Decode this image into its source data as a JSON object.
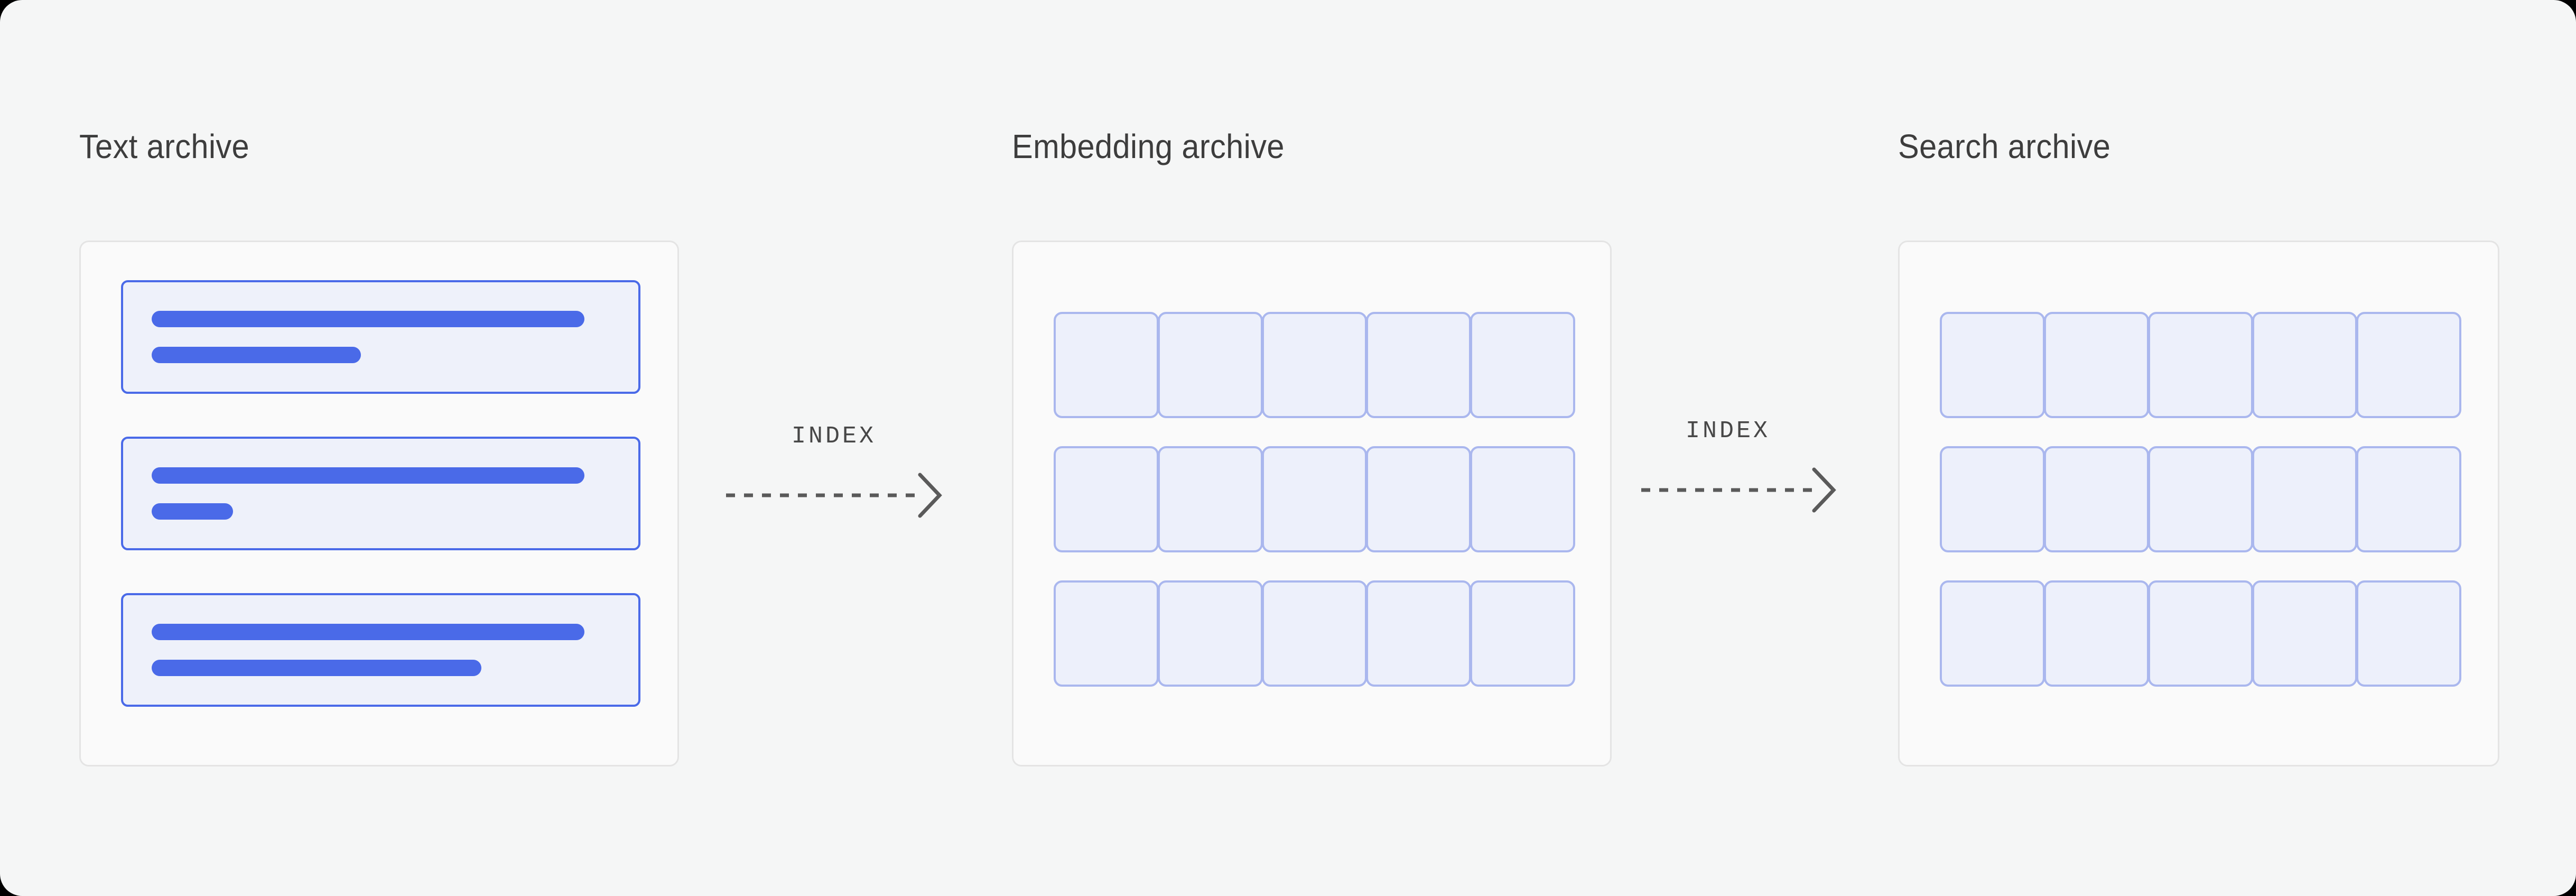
{
  "theme": {
    "page_background": "#f5f6f6",
    "panel_background": "#fafafa",
    "panel_border": "#e4e4e4",
    "title_color": "#3d3d3d",
    "accent_blue": "#4a6ae8",
    "card_fill": "#eef1fa",
    "cell_fill": "#edf0fb",
    "cell_border": "#aab7ee",
    "arrow_color": "#5a5a5a",
    "label_color": "#474747"
  },
  "diagram": {
    "type": "pipeline",
    "stage_count": 3,
    "connector_count": 2
  },
  "sections": [
    {
      "id": "text-archive",
      "title": "Text archive",
      "content_type": "documents",
      "documents": [
        {
          "lines": [
            {
              "width_pct": 91
            },
            {
              "width_pct": 44
            }
          ]
        },
        {
          "lines": [
            {
              "width_pct": 91
            },
            {
              "width_pct": 17
            }
          ]
        },
        {
          "lines": [
            {
              "width_pct": 91
            },
            {
              "width_pct": 69
            }
          ]
        }
      ]
    },
    {
      "id": "embedding-archive",
      "title": "Embedding archive",
      "content_type": "vector-grid",
      "grid": {
        "rows": 3,
        "columns": 5
      }
    },
    {
      "id": "search-archive",
      "title": "Search archive",
      "content_type": "vector-grid",
      "grid": {
        "rows": 3,
        "columns": 5
      }
    }
  ],
  "connectors": [
    {
      "id": "index-1",
      "label": "INDEX",
      "from": "text-archive",
      "to": "embedding-archive",
      "style": "dashed-arrow"
    },
    {
      "id": "index-2",
      "label": "INDEX",
      "from": "embedding-archive",
      "to": "search-archive",
      "style": "dashed-arrow"
    }
  ]
}
